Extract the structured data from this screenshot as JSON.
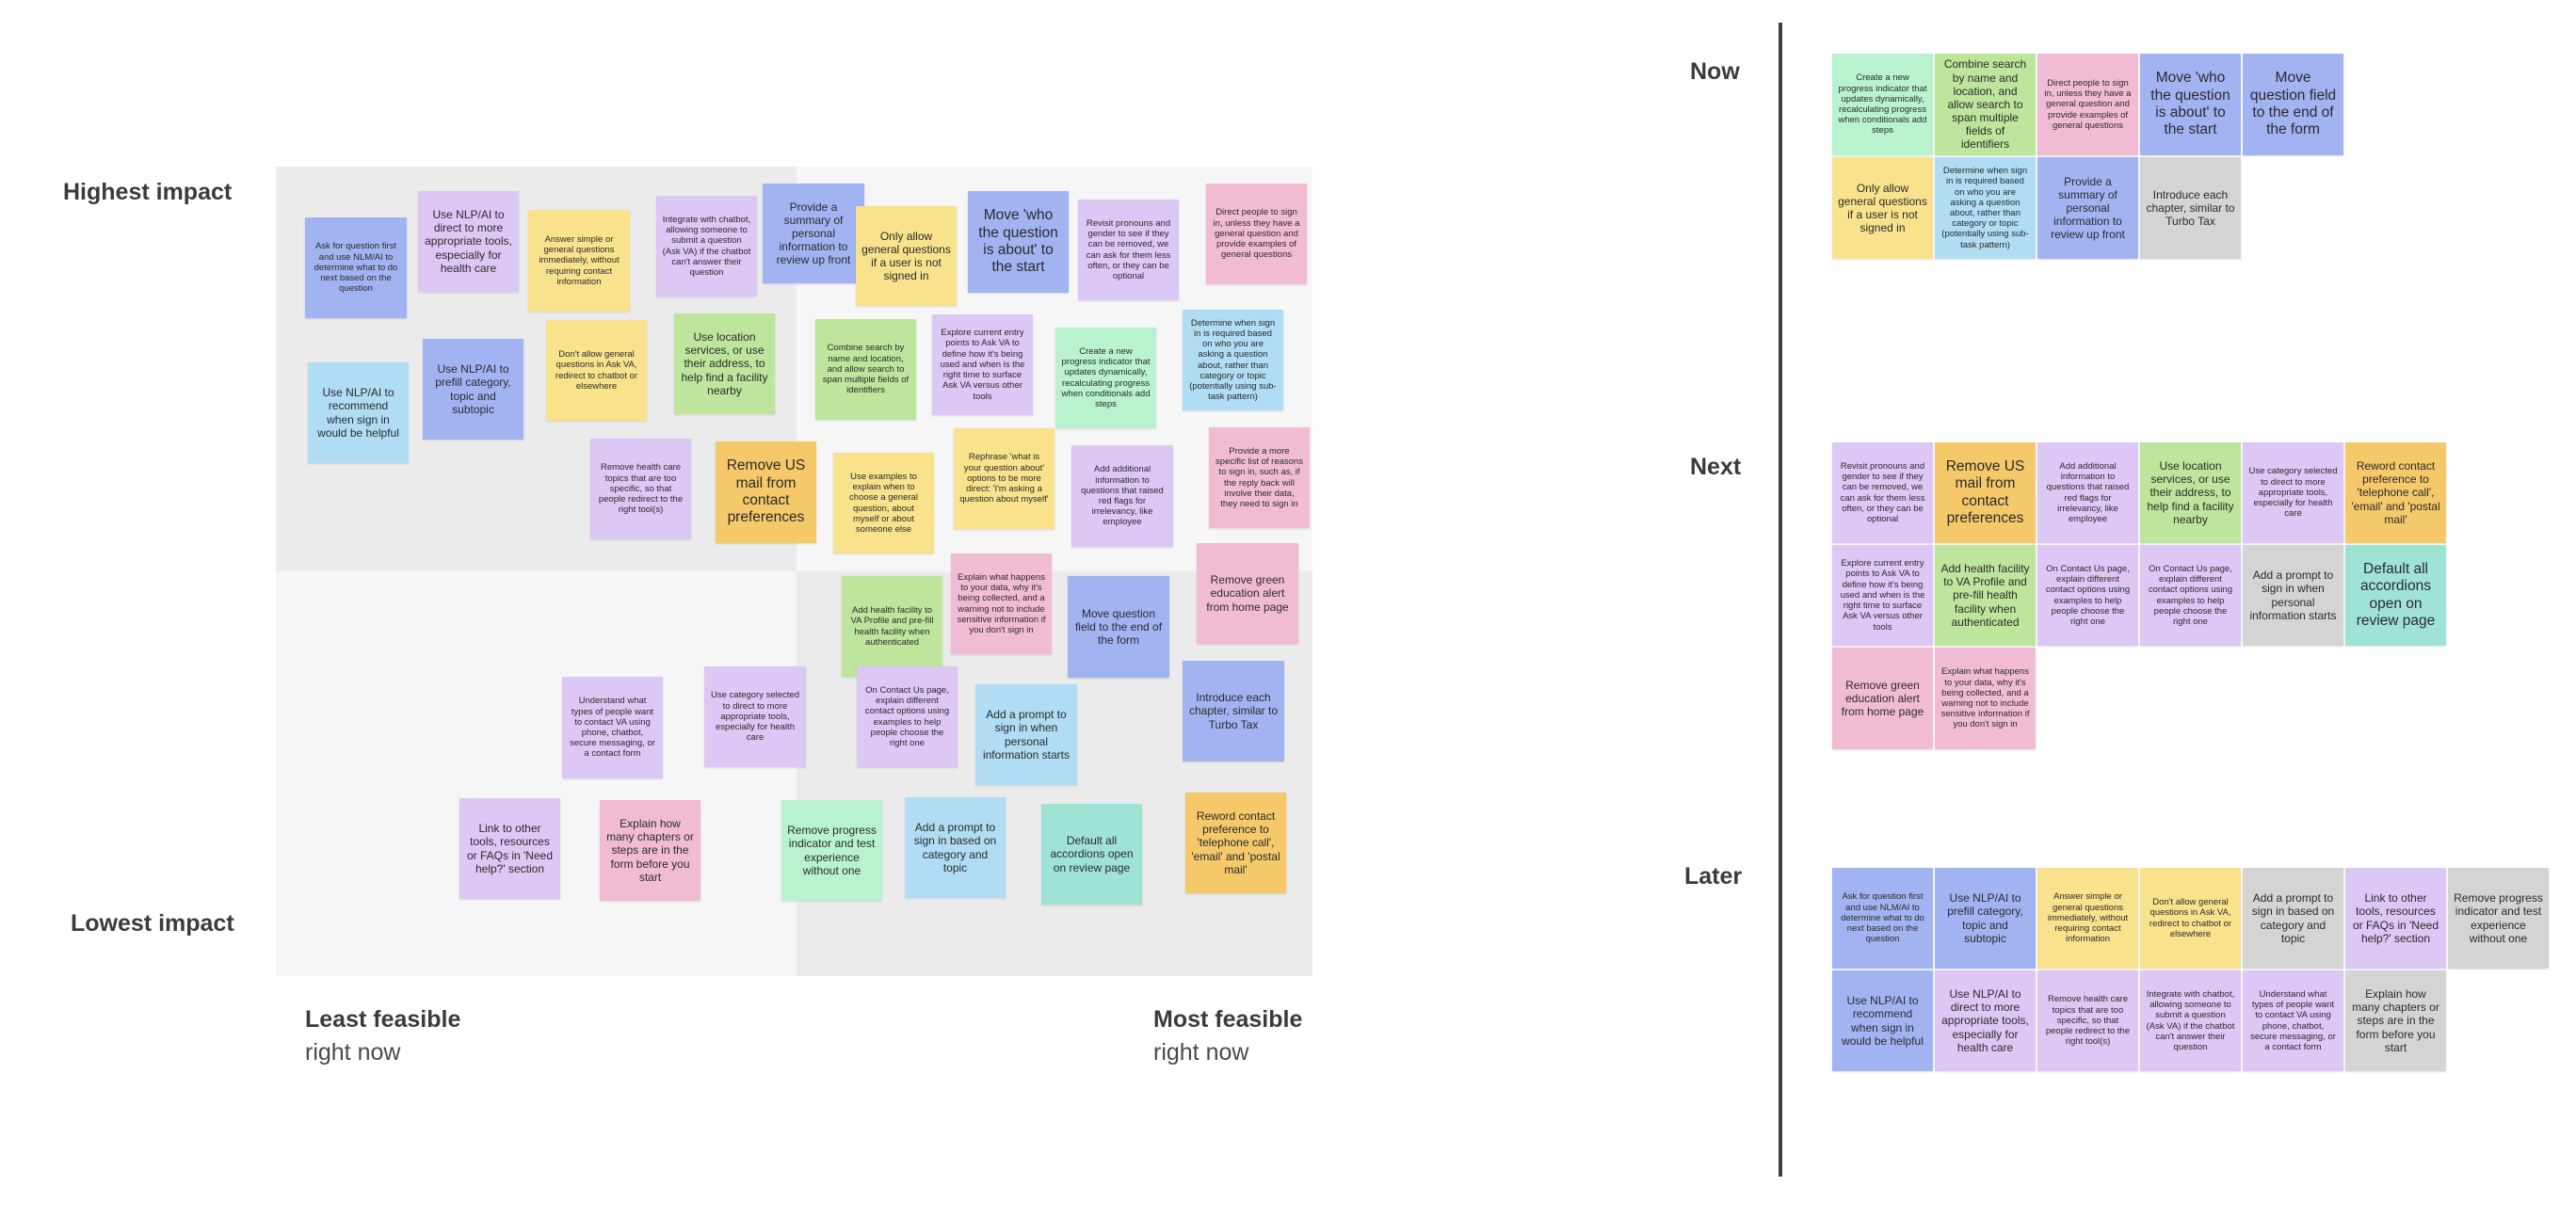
{
  "matrix": {
    "y_top": "Highest impact",
    "y_bottom": "Lowest impact",
    "x_left_title": "Least feasible",
    "x_left_sub": "right now",
    "x_right_title": "Most feasible",
    "x_right_sub": "right now"
  },
  "phases": {
    "now": "Now",
    "next": "Next",
    "later": "Later"
  },
  "colors": {
    "blue": "#a2b3f2",
    "purple": "#dcc7f5",
    "pink": "#f1bcd3",
    "yellow": "#f8e28c",
    "orange": "#f5c86a",
    "green": "#bde59b",
    "mint": "#b8f2ce",
    "lightblue": "#b0dcf4",
    "teal": "#9fe3d4",
    "gray": "#d4d4d4"
  },
  "matrix_notes": [
    "Ask for question first and use NLM/AI to determine what to do next based on the question",
    "Use NLP/AI to direct to more appropriate tools, especially for health care",
    "Answer simple or general questions immediately, without requiring contact information",
    "Integrate with chatbot, allowing someone to submit a question (Ask VA) if the chatbot can't answer their question",
    "Provide a summary of personal information to review up front",
    "Only allow general questions if a user is not signed in",
    "Move 'who the question is about' to the start",
    "Revisit pronouns and gender to see if they can be removed, we can ask for them less often, or they can be optional",
    "Direct people to sign in, unless they have a general question and provide examples of general questions",
    "Use NLP/AI to recommend when sign in would be helpful",
    "Use NLP/AI to prefill category, topic and subtopic",
    "Don't allow general questions in Ask VA, redirect to chatbot or elsewhere",
    "Use location services, or use their address, to help find a facility nearby",
    "Combine search by name and location, and allow search to span multiple fields of identifiers",
    "Explore current entry points to Ask VA to define how it's being used and when is the right time to surface Ask VA versus other tools",
    "Create a new progress indicator that updates dynamically, recalculating progress when conditionals add steps",
    "Determine when sign in is required based on who you are asking a question about, rather than category or topic (potentially using sub-task pattern)",
    "Remove health care topics that are too specific, so that people redirect to the right tool(s)",
    "Remove US mail from contact preferences",
    "Use examples to explain when to choose a general question, about myself or about someone else",
    "Rephrase 'what is your question about' options to be more direct: 'I'm asking a question about myself'",
    "Add additional information to questions that raised red flags for irrelevancy, like employee",
    "Provide a more specific list of reasons to sign in, such as, if the reply back will involve their data, they need to sign in",
    "Remove green education alert from home page",
    "Add health facility to VA Profile and pre-fill health facility when authenticated",
    "Explain what happens to your data, why it's being collected, and a warning not to include sensitive information if you don't sign in",
    "Move question field to the end of the form",
    "Understand what types of people want to contact VA using phone, chatbot, secure messaging, or a contact form",
    "Use category selected to direct to more appropriate tools, especially for health care",
    "On Contact Us page, explain different contact options using examples to help people choose the right one",
    "Add a prompt to sign in when personal information starts",
    "Introduce each chapter, similar to Turbo Tax",
    "Link to other tools, resources or FAQs in 'Need help?' section",
    "Explain how many chapters or steps are in the form before you start",
    "Remove progress indicator and test experience without one",
    "Add a prompt to sign in based on category and topic",
    "Default all accordions open on review page",
    "Reword contact preference to 'telephone call', 'email' and 'postal mail'"
  ],
  "now_notes": [
    "Create a new progress indicator that updates dynamically, recalculating progress when conditionals add steps",
    "Combine search by name and location, and allow search to span multiple fields of identifiers",
    "Direct people to sign in, unless they have a general question and provide examples of general questions",
    "Move 'who the question is about' to the start",
    "Move question field to the end of the form",
    "Only allow general questions if a user is not signed in",
    "Determine when sign in is required based on who you are asking a question about, rather than category or topic (potentially using sub-task pattern)",
    "Provide a summary of personal information to review up front",
    "Introduce each chapter, similar to Turbo Tax"
  ],
  "next_notes": [
    "Revisit pronouns and gender to see if they can be removed, we can ask for them less often, or they can be optional",
    "Remove US mail from contact preferences",
    "Add additional information to questions that raised red flags for irrelevancy, like employee",
    "Use location services, or use their address, to help find a facility nearby",
    "Use category selected to direct to more appropriate tools, especially for health care",
    "Reword contact preference to 'telephone call', 'email' and 'postal mail'",
    "Explore current entry points to Ask VA to define how it's being used and when is the right time to surface Ask VA versus other tools",
    "Add health facility to VA Profile and pre-fill health facility when authenticated",
    "On Contact Us page, explain different contact options using examples to help people choose the right one",
    "On Contact Us page, explain different contact options using examples to help people choose the right one",
    "Add a prompt to sign in when personal information starts",
    "Default all accordions open on review page",
    "Remove green education alert from home page",
    "Explain what happens to your data, why it's being collected, and a warning not to include sensitive information if you don't sign in"
  ],
  "later_notes": [
    "Ask for question first and use NLM/AI to determine what to do next based on the question",
    "Use NLP/AI to prefill category, topic and subtopic",
    "Answer simple or general questions immediately, without requiring contact information",
    "Don't allow general questions in Ask VA, redirect to chatbot or elsewhere",
    "Add a prompt to sign in based on category and topic",
    "Link to other tools, resources or FAQs in 'Need help?' section",
    "Remove progress indicator and test experience without one",
    "Use NLP/AI to recommend when sign in would be helpful",
    "Use NLP/AI to direct to more appropriate tools, especially for health care",
    "Remove health care topics that are too specific, so that people redirect to the right tool(s)",
    "Integrate with chatbot, allowing someone to submit a question (Ask VA) if the chatbot can't answer their question",
    "Understand what types of people want to contact VA using phone, chatbot, secure messaging, or a contact form",
    "Explain how many chapters or steps are in the form before you start"
  ]
}
